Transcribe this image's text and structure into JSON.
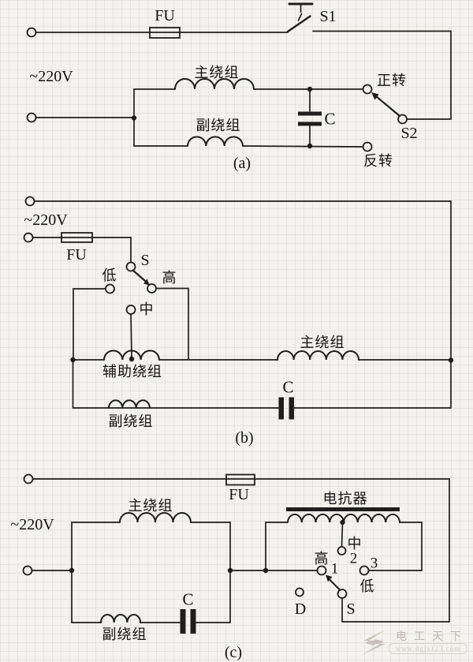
{
  "colors": {
    "line": "#1f1e1c",
    "background": "#f4f2ee",
    "watermark": "#bdb8af"
  },
  "diagram_a": {
    "fuse_label": "FU",
    "switch1_label": "S1",
    "voltage": "~220V",
    "main_winding": "主绕组",
    "secondary_winding": "副绕组",
    "capacitor": "C",
    "forward": "正转",
    "reverse": "反转",
    "switch2_label": "S2",
    "caption": "(a)"
  },
  "diagram_b": {
    "voltage": "~220V",
    "fuse_label": "FU",
    "switch_label": "S",
    "low": "低",
    "high": "高",
    "mid": "中",
    "auxiliary_winding": "辅助绕组",
    "main_winding": "主绕组",
    "capacitor": "C",
    "secondary_winding": "副绕组",
    "caption": "(b)"
  },
  "diagram_c": {
    "voltage": "~220V",
    "fuse_label": "FU",
    "main_winding": "主绕组",
    "reactor": "电抗器",
    "capacitor": "C",
    "secondary_winding": "副绕组",
    "high": "高",
    "tap1": "1",
    "mid": "中",
    "tap2": "2",
    "tap3": "3",
    "low": "低",
    "d_terminal": "D",
    "switch_label": "S",
    "caption": "(c)"
  },
  "watermark": {
    "brand": "电工天下",
    "url": "www.dgjs123.com"
  }
}
